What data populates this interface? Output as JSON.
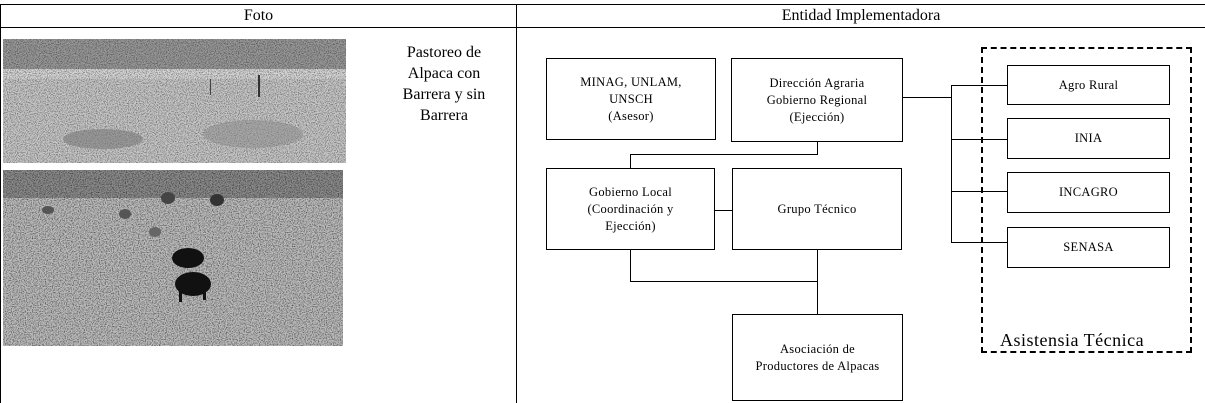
{
  "table": {
    "headers": {
      "photo": "Foto",
      "entity": "Entidad Implementadora"
    },
    "caption": "Pastoreo de\nAlpaca con\nBarrera y sin\nBarrera"
  },
  "org_chart": {
    "minag": "MINAG, UNLAM,\nUNSCH\n(Asesor)",
    "direccion": "Dirección Agraria\nGobierno Regional\n(Ejección)",
    "gobierno_local": "Gobierno Local\n(Coordinación y\nEjección)",
    "grupo_tecnico": "Grupo Técnico",
    "asociacion": "Asociación de\nProductores de Alpacas",
    "assistance": {
      "label": "Asistensia Técnica",
      "items": [
        "Agro Rural",
        "INIA",
        "INCAGRO",
        "SENASA"
      ]
    }
  }
}
